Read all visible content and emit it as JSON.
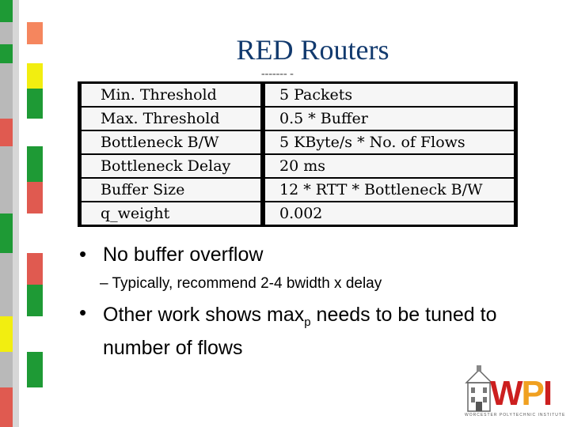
{
  "slide": {
    "title": "RED Routers",
    "scan_fragment": "------- -"
  },
  "table": {
    "rows": [
      {
        "param": "Min. Threshold",
        "value": "5 Packets"
      },
      {
        "param": "Max. Threshold",
        "value": "0.5 * Buffer"
      },
      {
        "param": "Bottleneck B/W",
        "value": "5 KByte/s * No. of Flows"
      },
      {
        "param": "Bottleneck Delay",
        "value": "20 ms"
      },
      {
        "param": "Buffer Size",
        "value": "12 * RTT * Bottleneck B/W"
      },
      {
        "param": "q_weight",
        "value": "0.002"
      }
    ]
  },
  "bullets": {
    "b1": "No buffer overflow",
    "b2": "– Typically, recommend 2-4 bwidth x delay",
    "b3_pre": "Other work shows max",
    "b3_sub": "p",
    "b3_post": " needs to be tuned to number of flows"
  },
  "logo": {
    "text": "WPI",
    "subtitle": "WORCESTER POLYTECHNIC INSTITUTE",
    "icon": "wpi-building-icon"
  },
  "colors": {
    "title": "#123a6e",
    "stripe_green": "#1e9a35",
    "stripe_red": "#e05a50",
    "stripe_yellow": "#f2ee10",
    "stripe_orange": "#f5865e",
    "logo_red": "#cc1f1f",
    "logo_orange": "#f0a020"
  }
}
